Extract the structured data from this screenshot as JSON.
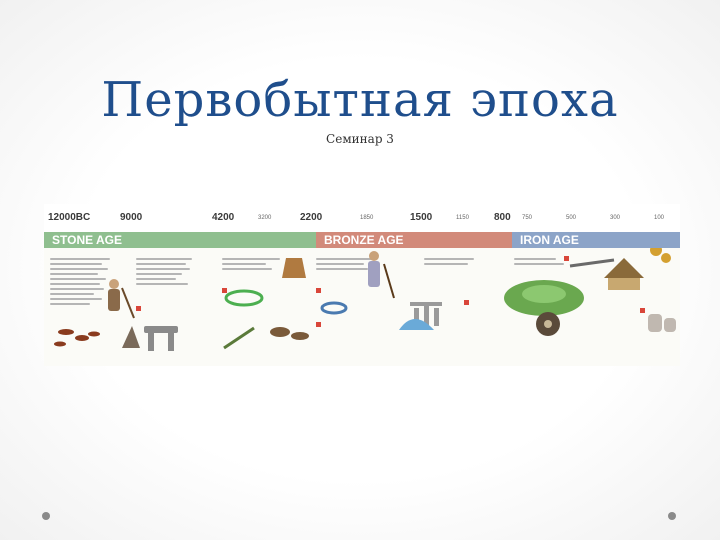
{
  "slide": {
    "title": "Первобытная эпоха",
    "subtitle": "Семинар 3"
  },
  "timeline": {
    "dates": [
      "12000BC",
      "9000",
      "4200",
      "3200",
      "2200",
      "1850",
      "1500",
      "1150",
      "800",
      "750",
      "500",
      "300",
      "100"
    ],
    "ages": {
      "stone": "STONE AGE",
      "bronze": "BRONZE AGE",
      "iron": "IRON AGE"
    },
    "colors": {
      "stone": "#8fbf8f",
      "bronze": "#d28a7a",
      "iron": "#8ca4c8",
      "title": "#1f4e8c"
    }
  }
}
